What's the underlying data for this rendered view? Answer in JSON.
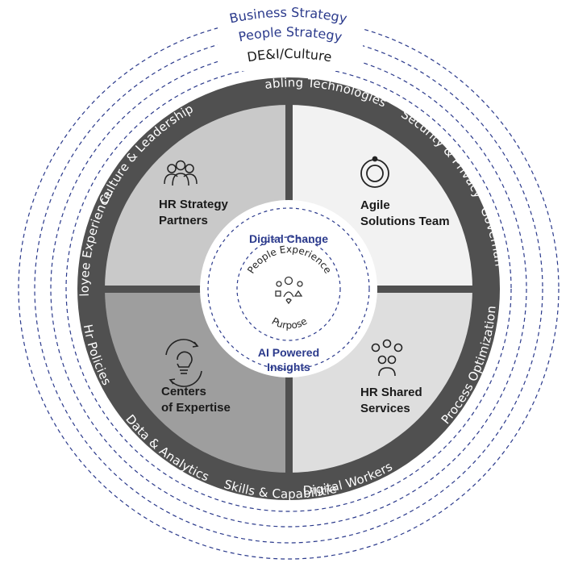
{
  "outer_rings": {
    "business_strategy": "Business Strategy",
    "people_strategy": "People Strategy",
    "dei_culture": "DE&I/Culture"
  },
  "ring_labels": {
    "enabling_technologies": "Enabling Technologies",
    "security_privacy": "Security & Privacy",
    "governance": "Governance",
    "process_optimization": "Process Optimization",
    "digital_workers": "Digital Workers",
    "skills_capabilities": "Skills & Capabilities",
    "data_analytics": "Data & Analytics",
    "hr_policies": "Hr Policies",
    "employee_experience": "Employee Experience",
    "culture_leadership": "Culture & Leadership"
  },
  "quadrants": {
    "top_left": {
      "line1": "HR Strategy",
      "line2": "Partners",
      "icon": "people-group-icon",
      "color": "#c9c9c9"
    },
    "top_right": {
      "line1": "Agile",
      "line2": "Solutions Team",
      "icon": "target-circle-icon",
      "color": "#f2f2f2"
    },
    "bottom_left": {
      "line1": "Centers",
      "line2": "of Expertise",
      "icon": "lightbulb-cycle-icon",
      "color": "#9e9e9e"
    },
    "bottom_right": {
      "line1": "HR Shared",
      "line2": "Services",
      "icon": "shared-people-icon",
      "color": "#dedede"
    }
  },
  "center": {
    "digital_change": "Digital Change",
    "people_experience": "People Experience",
    "purpose": "Purpose",
    "ai_line1": "AI Powered",
    "ai_line2": "Insights",
    "icon": "people-network-icon"
  },
  "colors": {
    "ring": "#505050",
    "blue": "#2b3a8c",
    "dash": "#2b3a8c"
  }
}
